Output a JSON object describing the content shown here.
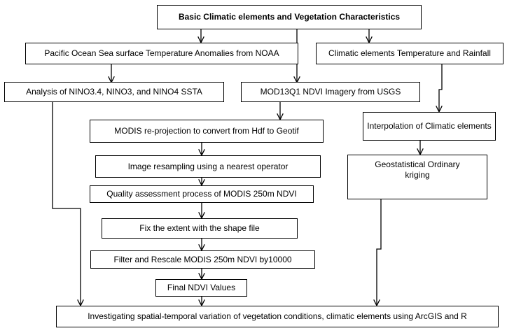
{
  "diagram": {
    "nodes": {
      "title": "Basic Climatic elements and Vegetation Characteristics",
      "sst": "Pacific Ocean Sea surface Temperature Anomalies from NOAA",
      "climatic": "Climatic elements Temperature and Rainfall",
      "nino": "Analysis of NINO3.4, NINO3, and NINO4 SSTA",
      "mod13q1": "MOD13Q1 NDVI Imagery from USGS",
      "reprojection": "MODIS re-projection to convert from Hdf to Geotif",
      "interpolation": "Interpolation of Climatic elements",
      "resampling": "Image resampling using a nearest operator",
      "kriging": "Geostatistical Ordinary kriging",
      "quality": "Quality assessment process of MODIS 250m NDVI",
      "extent": "Fix the extent with the shape file",
      "filter": "Filter and Rescale MODIS 250m NDVI by10000",
      "final": "Final NDVI Values",
      "investigate": "Investigating spatial-temporal variation of vegetation conditions, climatic elements using ArcGIS and R"
    }
  }
}
